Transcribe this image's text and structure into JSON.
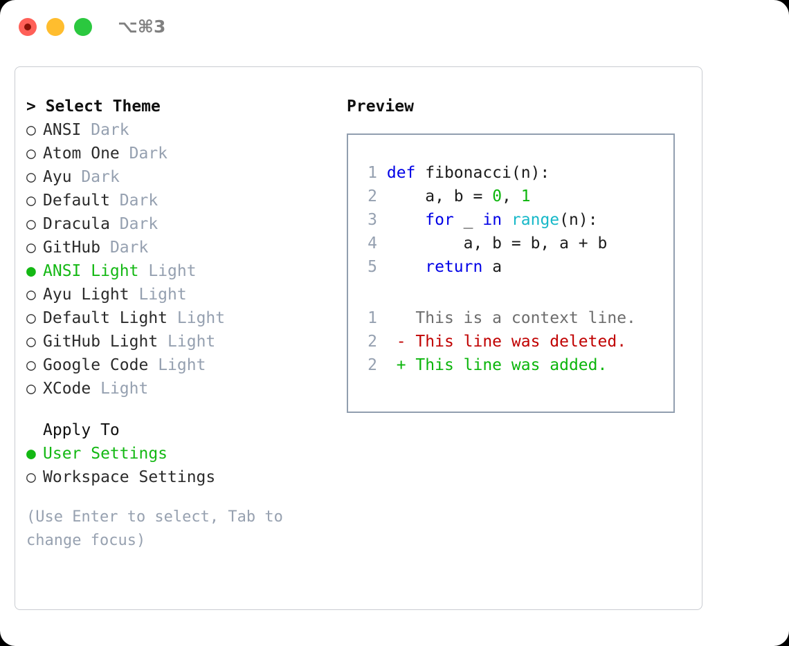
{
  "titlebar": {
    "shortcut_label": "⌥⌘3",
    "traffic_lights": [
      {
        "name": "close",
        "color": "#ff6058"
      },
      {
        "name": "minimize",
        "color": "#ffbd2e"
      },
      {
        "name": "maximize",
        "color": "#2bc83f"
      }
    ]
  },
  "theme_picker": {
    "heading": "> Select Theme",
    "bullet_selected": "●",
    "bullet_unselected": "○",
    "items": [
      {
        "bullet": "○",
        "name": "ANSI",
        "kind": "Dark",
        "selected": false
      },
      {
        "bullet": "○",
        "name": "Atom One",
        "kind": "Dark",
        "selected": false
      },
      {
        "bullet": "○",
        "name": "Ayu",
        "kind": "Dark",
        "selected": false
      },
      {
        "bullet": "○",
        "name": "Default",
        "kind": "Dark",
        "selected": false
      },
      {
        "bullet": "○",
        "name": "Dracula",
        "kind": "Dark",
        "selected": false
      },
      {
        "bullet": "○",
        "name": "GitHub",
        "kind": "Dark",
        "selected": false
      },
      {
        "bullet": "●",
        "name": "ANSI Light",
        "kind": "Light",
        "selected": true
      },
      {
        "bullet": "○",
        "name": "Ayu Light",
        "kind": "Light",
        "selected": false
      },
      {
        "bullet": "○",
        "name": "Default Light",
        "kind": "Light",
        "selected": false
      },
      {
        "bullet": "○",
        "name": "GitHub Light",
        "kind": "Light",
        "selected": false
      },
      {
        "bullet": "○",
        "name": "Google Code",
        "kind": "Light",
        "selected": false
      },
      {
        "bullet": "○",
        "name": "XCode",
        "kind": "Light",
        "selected": false
      }
    ]
  },
  "apply_to": {
    "heading": "Apply To",
    "options": [
      {
        "bullet": "●",
        "label": "User Settings",
        "selected": true
      },
      {
        "bullet": "○",
        "label": "Workspace Settings",
        "selected": false
      }
    ]
  },
  "hint": "(Use Enter to select, Tab to change focus)",
  "preview": {
    "title": "Preview",
    "code_lines": [
      {
        "no": "1",
        "tokens": [
          {
            "t": "def",
            "c": "kw"
          },
          {
            "t": " fibonacci(n):",
            "c": "plain"
          }
        ]
      },
      {
        "no": "2",
        "tokens": [
          {
            "t": "    a, b = ",
            "c": "plain"
          },
          {
            "t": "0",
            "c": "num"
          },
          {
            "t": ", ",
            "c": "plain"
          },
          {
            "t": "1",
            "c": "num"
          }
        ]
      },
      {
        "no": "3",
        "tokens": [
          {
            "t": "    ",
            "c": "plain"
          },
          {
            "t": "for",
            "c": "kw"
          },
          {
            "t": " _ ",
            "c": "plain"
          },
          {
            "t": "in",
            "c": "kw"
          },
          {
            "t": " ",
            "c": "plain"
          },
          {
            "t": "range",
            "c": "fn"
          },
          {
            "t": "(n):",
            "c": "plain"
          }
        ]
      },
      {
        "no": "4",
        "tokens": [
          {
            "t": "        a, b = b, a + b",
            "c": "plain"
          }
        ]
      },
      {
        "no": "5",
        "tokens": [
          {
            "t": "    ",
            "c": "plain"
          },
          {
            "t": "return",
            "c": "kw"
          },
          {
            "t": " a",
            "c": "plain"
          }
        ]
      }
    ],
    "diff_lines": [
      {
        "no": "1",
        "marker": "  ",
        "text": "This is a context line.",
        "kind": "ctx"
      },
      {
        "no": "2",
        "marker": "- ",
        "text": "This line was deleted.",
        "kind": "del"
      },
      {
        "no": "2",
        "marker": "+ ",
        "text": "This line was added.",
        "kind": "add"
      }
    ]
  },
  "colors": {
    "accent_green": "#14b814",
    "muted": "#95a0b0",
    "keyword": "#0000e6",
    "function": "#17b8c8",
    "number": "#0bb50b",
    "diff_deleted": "#c00000",
    "diff_added": "#0bb50b",
    "panel_border": "#919eaf",
    "frame_border": "#c9ccd1"
  }
}
